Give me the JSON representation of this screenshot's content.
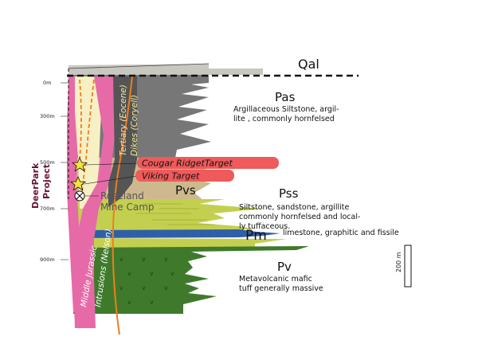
{
  "units": {
    "qal": {
      "code": "Qal"
    },
    "pas": {
      "code": "Pas",
      "desc": [
        "Argillaceous Siltstone, argil-",
        "lite , commonly hornfelsed"
      ]
    },
    "pvs": {
      "code": "Pvs"
    },
    "pss": {
      "code": "Pss",
      "desc": [
        "Siltstone, sandstone, argillite",
        "commonly hornfelsed  and local-",
        "ly tuffaceous."
      ]
    },
    "pm": {
      "code": "Pm",
      "desc": [
        "limestone, graphitic and fissile"
      ]
    },
    "pv": {
      "code": "Pv",
      "desc": [
        "Metavolcanic mafic",
        "tuff generally massive"
      ]
    }
  },
  "depth_labels": [
    "0m",
    "300m",
    "500m",
    "700m",
    "900m"
  ],
  "targets": {
    "cougar": "Cougar RidgetTarget",
    "viking": "Viking Target"
  },
  "camp": {
    "line1": "Roseland",
    "line2": "Mine Camp"
  },
  "project": {
    "line1": "DeerPark",
    "line2": "Project"
  },
  "intrusions": {
    "tertiary": "Tertiary (Eocene)",
    "dikes": "Dikes (Coryell)",
    "middle_jurassic": "Middle Jurassic",
    "intrusions_nelson": "Intrusions (Nelson)"
  },
  "scale_bar": {
    "label": "200 m"
  },
  "colors": {
    "qal": "#c8c8c0",
    "pas": "#777777",
    "pvs": "#cdb98d",
    "pss": "#c3d04f",
    "pm": "#2f5fa8",
    "pv": "#3f7a2c",
    "target": "#ef5a5a",
    "intrusion_pink": "#e76aa8",
    "dike_orange": "#f07d1e",
    "cream": "#f6f0c4"
  }
}
